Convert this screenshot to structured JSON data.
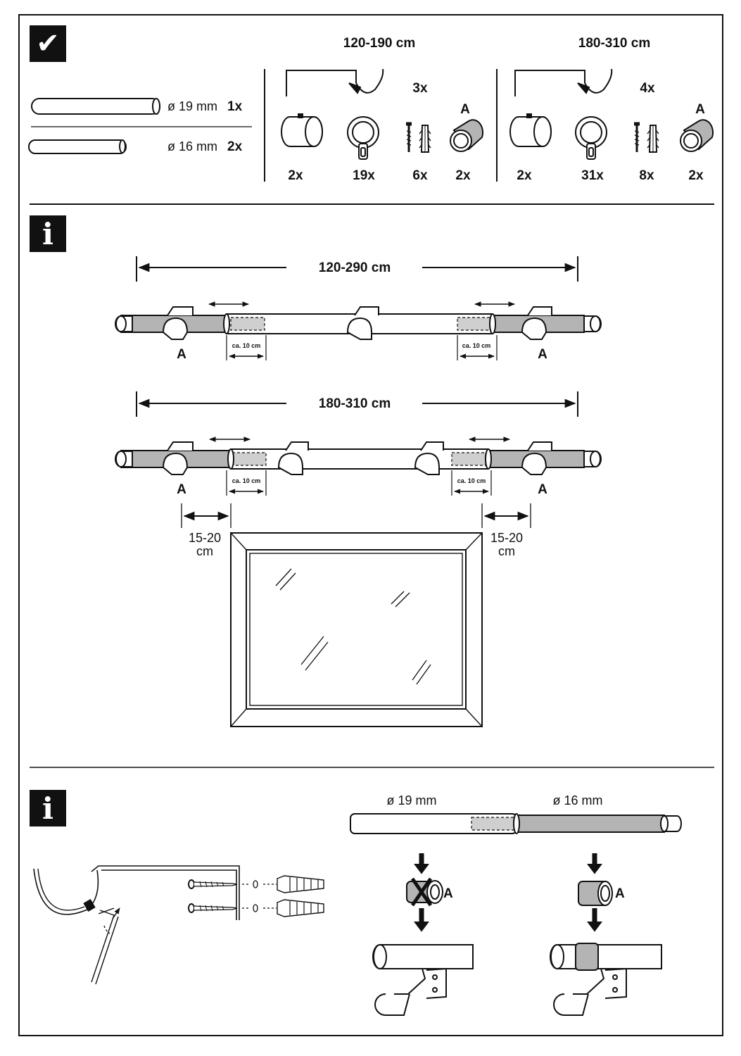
{
  "section_contents": {
    "badge": "✔",
    "set_small": {
      "range": "120-190 cm",
      "bracket_qty": "3x",
      "cap_qty": "2x",
      "ring_qty": "19x",
      "screw_qty": "6x",
      "adapter_label": "A",
      "adapter_qty": "2x"
    },
    "set_large": {
      "range": "180-310 cm",
      "bracket_qty": "4x",
      "cap_qty": "2x",
      "ring_qty": "31x",
      "screw_qty": "8x",
      "adapter_label": "A",
      "adapter_qty": "2x"
    },
    "rod_thick": {
      "diameter": "ø 19 mm",
      "qty": "1x"
    },
    "rod_thin": {
      "diameter": "ø 16 mm",
      "qty": "2x"
    }
  },
  "section_dimensions": {
    "badge": "i",
    "rod_a": {
      "span": "120-290 cm",
      "overlap_left": "ca. 10 cm",
      "overlap_right": "ca. 10 cm",
      "label_left": "A",
      "label_right": "A"
    },
    "rod_b": {
      "span": "180-310 cm",
      "overlap_left": "ca. 10 cm",
      "overlap_right": "ca. 10 cm",
      "label_left": "A",
      "label_right": "A"
    },
    "window_margin_left": {
      "value": "15-20",
      "unit": "cm"
    },
    "window_margin_right": {
      "value": "15-20",
      "unit": "cm"
    }
  },
  "section_mounting": {
    "badge": "i",
    "rod_thick_diameter": "ø 19 mm",
    "rod_thin_diameter": "ø 16 mm",
    "adapter_wrong_label": "A",
    "adapter_right_label": "A"
  },
  "colors": {
    "ink": "#111111",
    "rod_grey": "#b4b4b4",
    "inner_grey": "#cfcfcf",
    "paper": "#ffffff"
  }
}
